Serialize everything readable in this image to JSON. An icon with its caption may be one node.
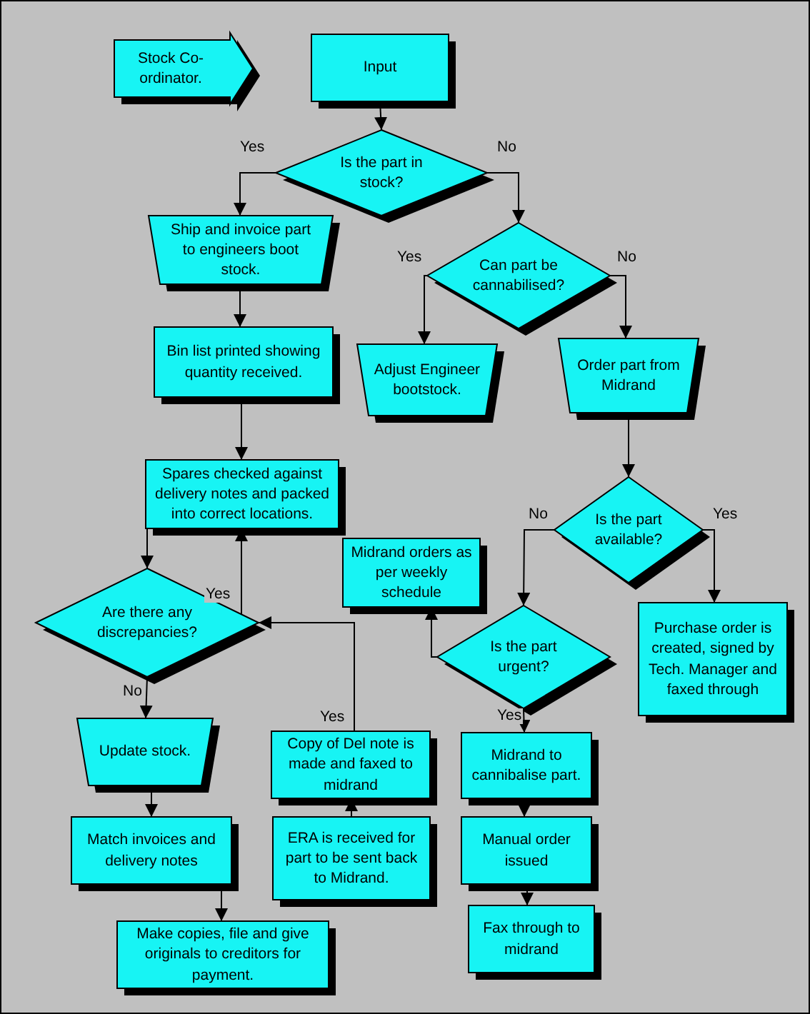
{
  "diagram": {
    "nodes": [
      {
        "text": [
          "Stock Co-ordinator."
        ]
      },
      {
        "text": [
          "Input"
        ]
      },
      {
        "text": [
          "Is the part in stock?"
        ]
      },
      {
        "text": [
          "Ship and invoice part to engineers boot stock."
        ]
      },
      {
        "text": [
          "Can part be cannabilised?"
        ]
      },
      {
        "text": [
          "Bin list printed showing quantity received."
        ]
      },
      {
        "text": [
          "Adjust Engineer bootstock."
        ]
      },
      {
        "text": [
          "Order part from Midrand"
        ]
      },
      {
        "text": [
          "Spares checked against delivery notes and packed into correct locations."
        ]
      },
      {
        "text": [
          "Is the part available?"
        ]
      },
      {
        "text": [
          "Midrand orders as per weekly schedule"
        ]
      },
      {
        "text": [
          "Are there any discrepancies?"
        ]
      },
      {
        "text": [
          "Is the part urgent?"
        ]
      },
      {
        "text": [
          "Purchase order is created, signed by Tech. Manager and faxed through"
        ]
      },
      {
        "text": [
          "Update stock."
        ]
      },
      {
        "text": [
          "Copy of Del note is made and faxed to midrand"
        ]
      },
      {
        "text": [
          "Midrand to cannibalise part."
        ]
      },
      {
        "text": [
          "ERA is received for part to be sent back to Midrand."
        ]
      },
      {
        "text": [
          "Manual order issued"
        ]
      },
      {
        "text": [
          "Match invoices and delivery notes"
        ]
      },
      {
        "text": [
          "Fax through to midrand"
        ]
      },
      {
        "text": [
          "Make copies, file and give originals to creditors for payment."
        ]
      }
    ],
    "edges": [
      {
        "from": 1,
        "to": 2,
        "arrow": "to"
      },
      {
        "from": 2,
        "to": 3,
        "arrow": "to",
        "label": "Yes"
      },
      {
        "from": 2,
        "to": 4,
        "arrow": "to",
        "label": "No"
      },
      {
        "from": 4,
        "to": 6,
        "arrow": "to",
        "label": "Yes"
      },
      {
        "from": 4,
        "to": 7,
        "arrow": "to",
        "label": "No"
      },
      {
        "from": 3,
        "to": 5,
        "arrow": "to"
      },
      {
        "from": 5,
        "to": 8,
        "arrow": "to"
      },
      {
        "from": 8,
        "to": 11,
        "arrow": "to"
      },
      {
        "from": 11,
        "to": 8,
        "arrow": "to",
        "label": "Yes"
      },
      {
        "from": 11,
        "to": 14,
        "arrow": "to",
        "label": "No"
      },
      {
        "from": 14,
        "to": 19,
        "arrow": "to"
      },
      {
        "from": 19,
        "to": 21,
        "arrow": "to"
      },
      {
        "from": 17,
        "to": 15,
        "arrow": "to"
      },
      {
        "from": 15,
        "to": 11,
        "arrow": "to",
        "label": "Yes"
      },
      {
        "from": 7,
        "to": 9,
        "arrow": "to"
      },
      {
        "from": 9,
        "to": 12,
        "arrow": "to",
        "label": "No"
      },
      {
        "from": 9,
        "to": 13,
        "arrow": "to",
        "label": "Yes"
      },
      {
        "from": 12,
        "to": 10,
        "arrow": "to"
      },
      {
        "from": 12,
        "to": 16,
        "arrow": "to",
        "label": "Yes"
      },
      {
        "from": 16,
        "to": 18,
        "arrow": "to"
      },
      {
        "from": 18,
        "to": 20,
        "arrow": "to"
      }
    ]
  }
}
